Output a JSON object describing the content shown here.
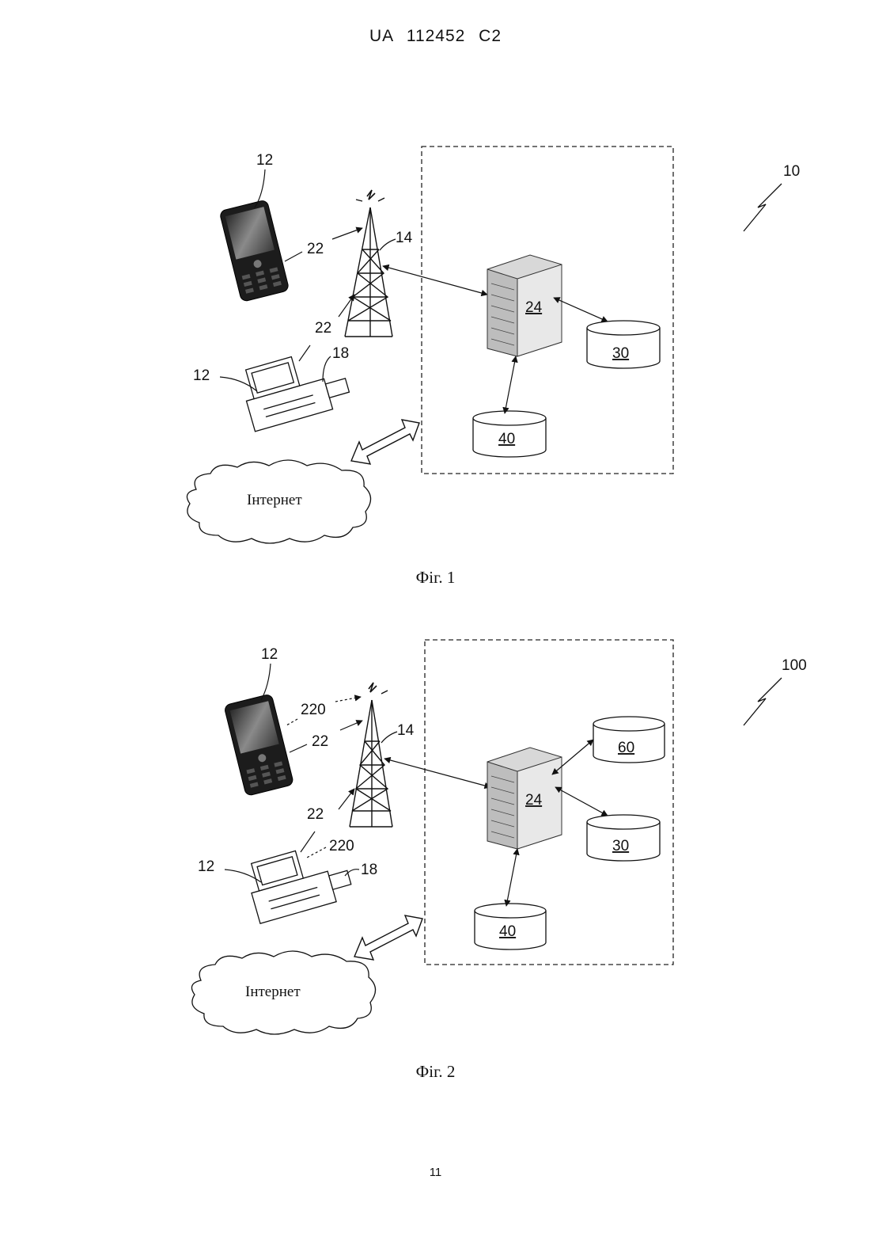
{
  "header": {
    "doc_id": "UA  112452  C2"
  },
  "figure1": {
    "system_ref": "10",
    "phone_ref": "12",
    "terminal_ref": "12",
    "link_ref_a": "22",
    "link_ref_b": "22",
    "tower_ref": "14",
    "reader_ref": "18",
    "server_ref": "24",
    "db1_ref": "30",
    "db2_ref": "40",
    "cloud_label": "Інтернет",
    "caption": "Фіг. 1"
  },
  "figure2": {
    "system_ref": "100",
    "phone_ref": "12",
    "terminal_ref": "12",
    "link_ref_a": "22",
    "link_ref_b": "22",
    "alt_link_ref_a": "220",
    "alt_link_ref_b": "220",
    "tower_ref": "14",
    "reader_ref": "18",
    "server_ref": "24",
    "db3_ref": "60",
    "db1_ref": "30",
    "db2_ref": "40",
    "cloud_label": "Інтернет",
    "caption": "Фіг. 2"
  },
  "footer": {
    "page_number": "11"
  }
}
